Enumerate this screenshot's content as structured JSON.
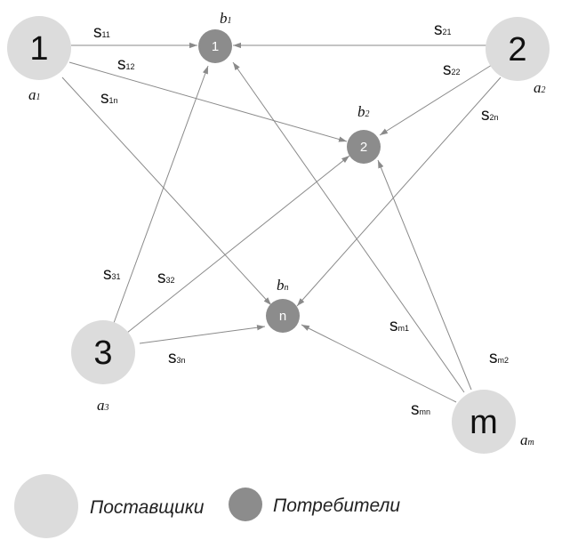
{
  "suppliers": [
    {
      "id": "1",
      "label_main": "a",
      "label_sub": "1"
    },
    {
      "id": "2",
      "label_main": "a",
      "label_sub": "2"
    },
    {
      "id": "3",
      "label_main": "a",
      "label_sub": "3"
    },
    {
      "id": "m",
      "label_main": "a",
      "label_sub": "m"
    }
  ],
  "consumers": [
    {
      "id": "1",
      "label_main": "b",
      "label_sub": "1"
    },
    {
      "id": "2",
      "label_main": "b",
      "label_sub": "2"
    },
    {
      "id": "n",
      "label_main": "b",
      "label_sub": "n"
    }
  ],
  "edges": [
    {
      "from": "1",
      "to": "1",
      "label_main": "s",
      "label_sub": "11"
    },
    {
      "from": "1",
      "to": "2",
      "label_main": "s",
      "label_sub": "12"
    },
    {
      "from": "1",
      "to": "n",
      "label_main": "s",
      "label_sub": "1n"
    },
    {
      "from": "2",
      "to": "1",
      "label_main": "s",
      "label_sub": "21"
    },
    {
      "from": "2",
      "to": "2",
      "label_main": "s",
      "label_sub": "22"
    },
    {
      "from": "2",
      "to": "n",
      "label_main": "s",
      "label_sub": "2n"
    },
    {
      "from": "3",
      "to": "1",
      "label_main": "s",
      "label_sub": "31"
    },
    {
      "from": "3",
      "to": "2",
      "label_main": "s",
      "label_sub": "32"
    },
    {
      "from": "3",
      "to": "n",
      "label_main": "s",
      "label_sub": "3n"
    },
    {
      "from": "m",
      "to": "1",
      "label_main": "s",
      "label_sub": "m1"
    },
    {
      "from": "m",
      "to": "2",
      "label_main": "s",
      "label_sub": "m2"
    },
    {
      "from": "m",
      "to": "n",
      "label_main": "s",
      "label_sub": "mn"
    }
  ],
  "legend": {
    "suppliers_label": "Поставщики",
    "consumers_label": "Потребители"
  },
  "colors": {
    "supplier_fill": "#dcdcdc",
    "consumer_fill": "#8c8c8c",
    "edge_stroke": "#8a8a8a"
  }
}
